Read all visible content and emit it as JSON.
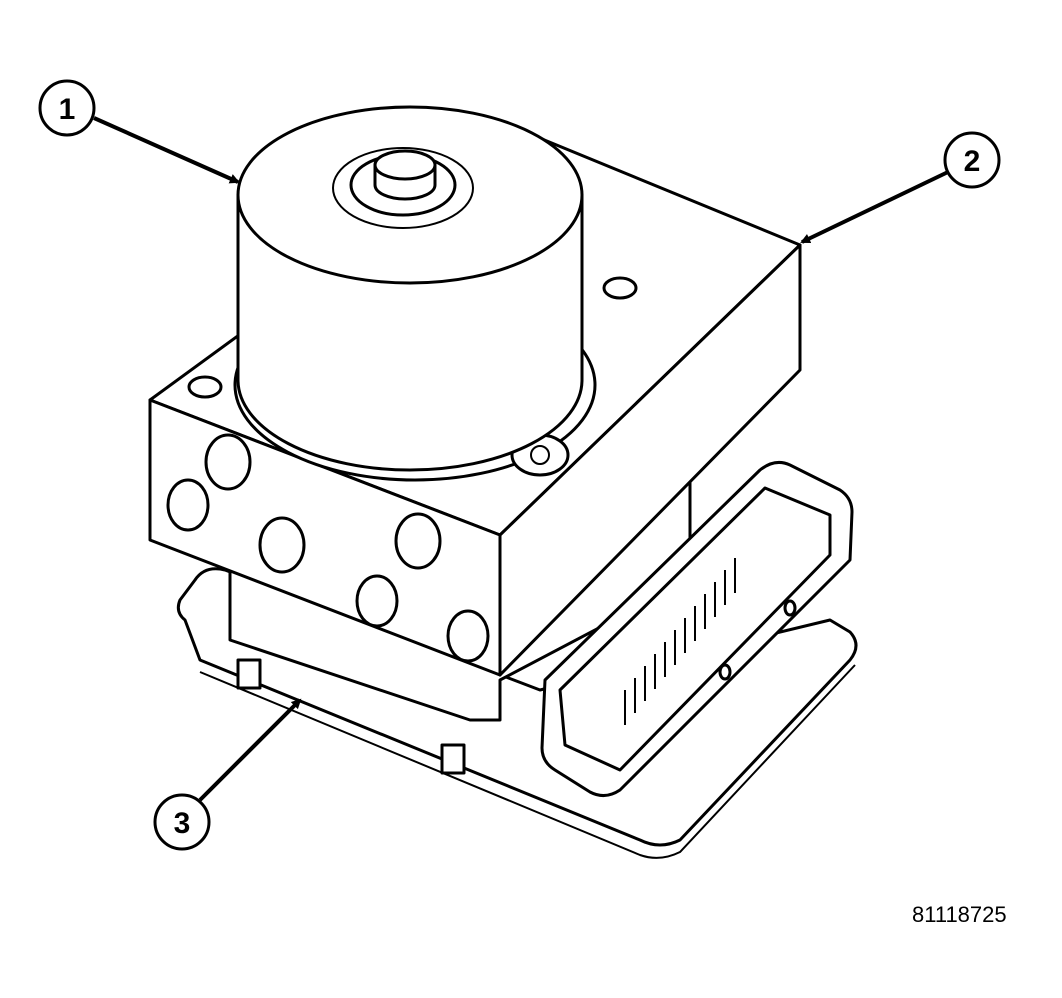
{
  "callouts": [
    {
      "label": "1"
    },
    {
      "label": "2"
    },
    {
      "label": "3"
    }
  ],
  "figure_number": "81118725"
}
